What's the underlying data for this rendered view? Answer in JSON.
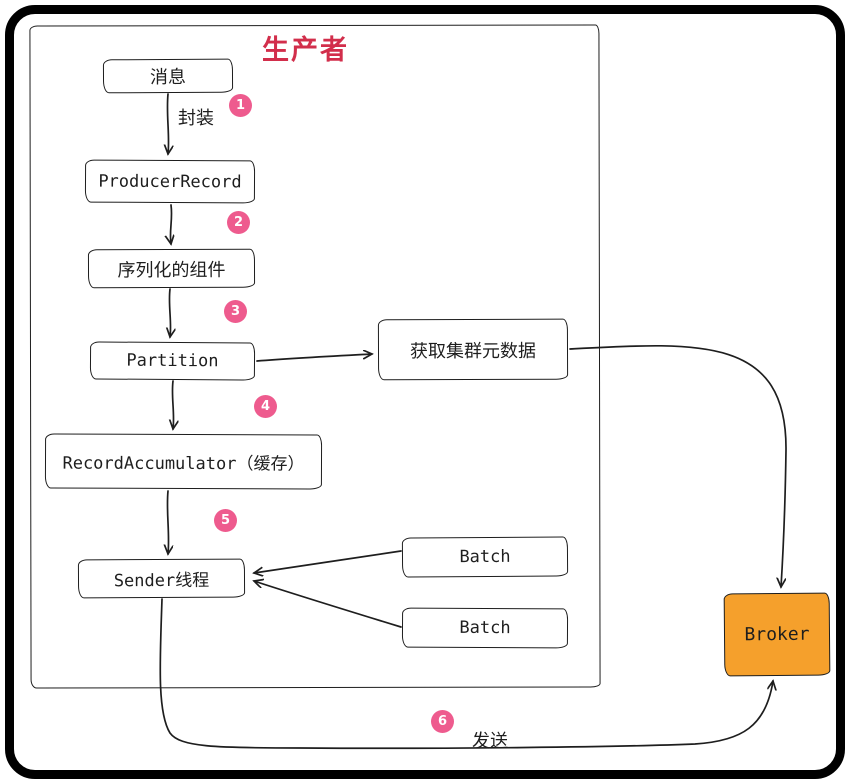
{
  "title": "生产者",
  "nodes": {
    "message": "消息",
    "producer_record": "ProducerRecord",
    "serializer": "序列化的组件",
    "partition": "Partition",
    "metadata": "获取集群元数据",
    "accumulator": "RecordAccumulator（缓存）",
    "sender": "Sender线程",
    "batch_top": "Batch",
    "batch_bottom": "Batch",
    "broker": "Broker"
  },
  "labels": {
    "encapsulate": "封装",
    "send": "发送"
  },
  "steps": {
    "s1": "1",
    "s2": "2",
    "s3": "3",
    "s4": "4",
    "s5": "5",
    "s6": "6"
  },
  "colors": {
    "title_red": "#d22e4b",
    "badge_pink": "#ee5b8e",
    "broker_orange": "#f5a02c",
    "stroke": "#1e1e1e"
  }
}
